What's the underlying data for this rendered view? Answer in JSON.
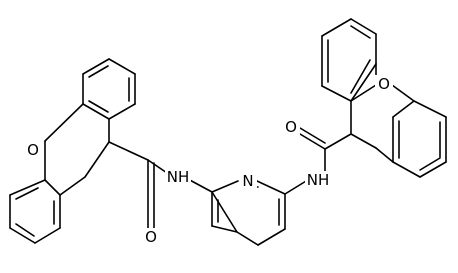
{
  "molecule": {
    "atoms": {
      "xanthene_left_oxygen": "O",
      "xanthene_right_oxygen": "O",
      "amide_left_oxygen": "O",
      "amide_right_oxygen": "O",
      "amide_left_nitrogen": "NH",
      "amide_right_nitrogen": "NH",
      "pyridine_nitrogen": "N"
    },
    "colors": {
      "bond": "#000000",
      "label": "#000000",
      "background": "#ffffff"
    }
  }
}
